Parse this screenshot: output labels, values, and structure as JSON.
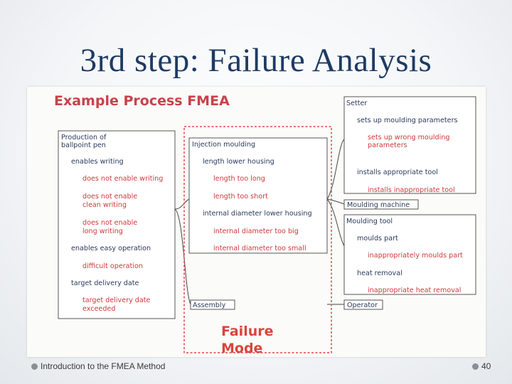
{
  "slide": {
    "title": "3rd step: Failure Analysis",
    "footer_left": "Introduction to the FMEA Method",
    "page_number": "40"
  },
  "figure": {
    "heading": "Example Process FMEA",
    "left_box": {
      "title_lines": [
        "Production of",
        "ballpoint pen"
      ],
      "items": [
        {
          "lines": [
            "enables writing"
          ],
          "color": "dark"
        },
        {
          "lines": [
            "does not enable writing"
          ],
          "color": "red"
        },
        {
          "lines": [
            "does not enable",
            "clean writing"
          ],
          "color": "red"
        },
        {
          "lines": [
            "does not enable",
            "long writing"
          ],
          "color": "red"
        },
        {
          "lines": [
            "enables easy operation"
          ],
          "color": "dark"
        },
        {
          "lines": [
            "difficult operation"
          ],
          "color": "red"
        },
        {
          "lines": [
            "target delivery date"
          ],
          "color": "dark"
        },
        {
          "lines": [
            "target delivery date",
            "exceeded"
          ],
          "color": "red"
        }
      ]
    },
    "middle": {
      "injection_box": {
        "title": "Injection moulding",
        "items": [
          {
            "text": "length lower housing",
            "color": "dark"
          },
          {
            "text": "length too long",
            "color": "red"
          },
          {
            "text": "length too short",
            "color": "red"
          },
          {
            "text": "internal diameter lower housing",
            "color": "dark"
          },
          {
            "text": "internal diameter too big",
            "color": "red"
          },
          {
            "text": "internal diameter too small",
            "color": "red"
          }
        ]
      },
      "assembly_label": "Assembly",
      "failure_mode_lines": [
        "Failure",
        "Mode"
      ]
    },
    "right": {
      "setter_box": {
        "title": "Setter",
        "items": [
          {
            "lines": [
              "sets up moulding parameters"
            ],
            "color": "dark"
          },
          {
            "lines": [
              "sets up wrong moulding",
              "parameters"
            ],
            "color": "red"
          },
          {
            "lines": [
              "installs appropriate tool"
            ],
            "color": "dark"
          },
          {
            "lines": [
              "installs inappropriate tool"
            ],
            "color": "red"
          }
        ]
      },
      "moulding_machine_label": "Moulding machine",
      "moulding_tool_box": {
        "title": "Moulding tool",
        "items": [
          {
            "lines": [
              "moulds part"
            ],
            "color": "dark"
          },
          {
            "lines": [
              "inappropriately moulds part"
            ],
            "color": "red"
          },
          {
            "lines": [
              "heat removal"
            ],
            "color": "dark"
          },
          {
            "lines": [
              "inappropriate heat removal"
            ],
            "color": "red"
          }
        ]
      },
      "operator_label": "Operator"
    },
    "colors": {
      "dark_text": "#2b3a5c",
      "red_text": "#cc3b3b",
      "dashed_frame": "#e04848",
      "heading": "#c8424b",
      "title": "#1f3b63"
    }
  }
}
